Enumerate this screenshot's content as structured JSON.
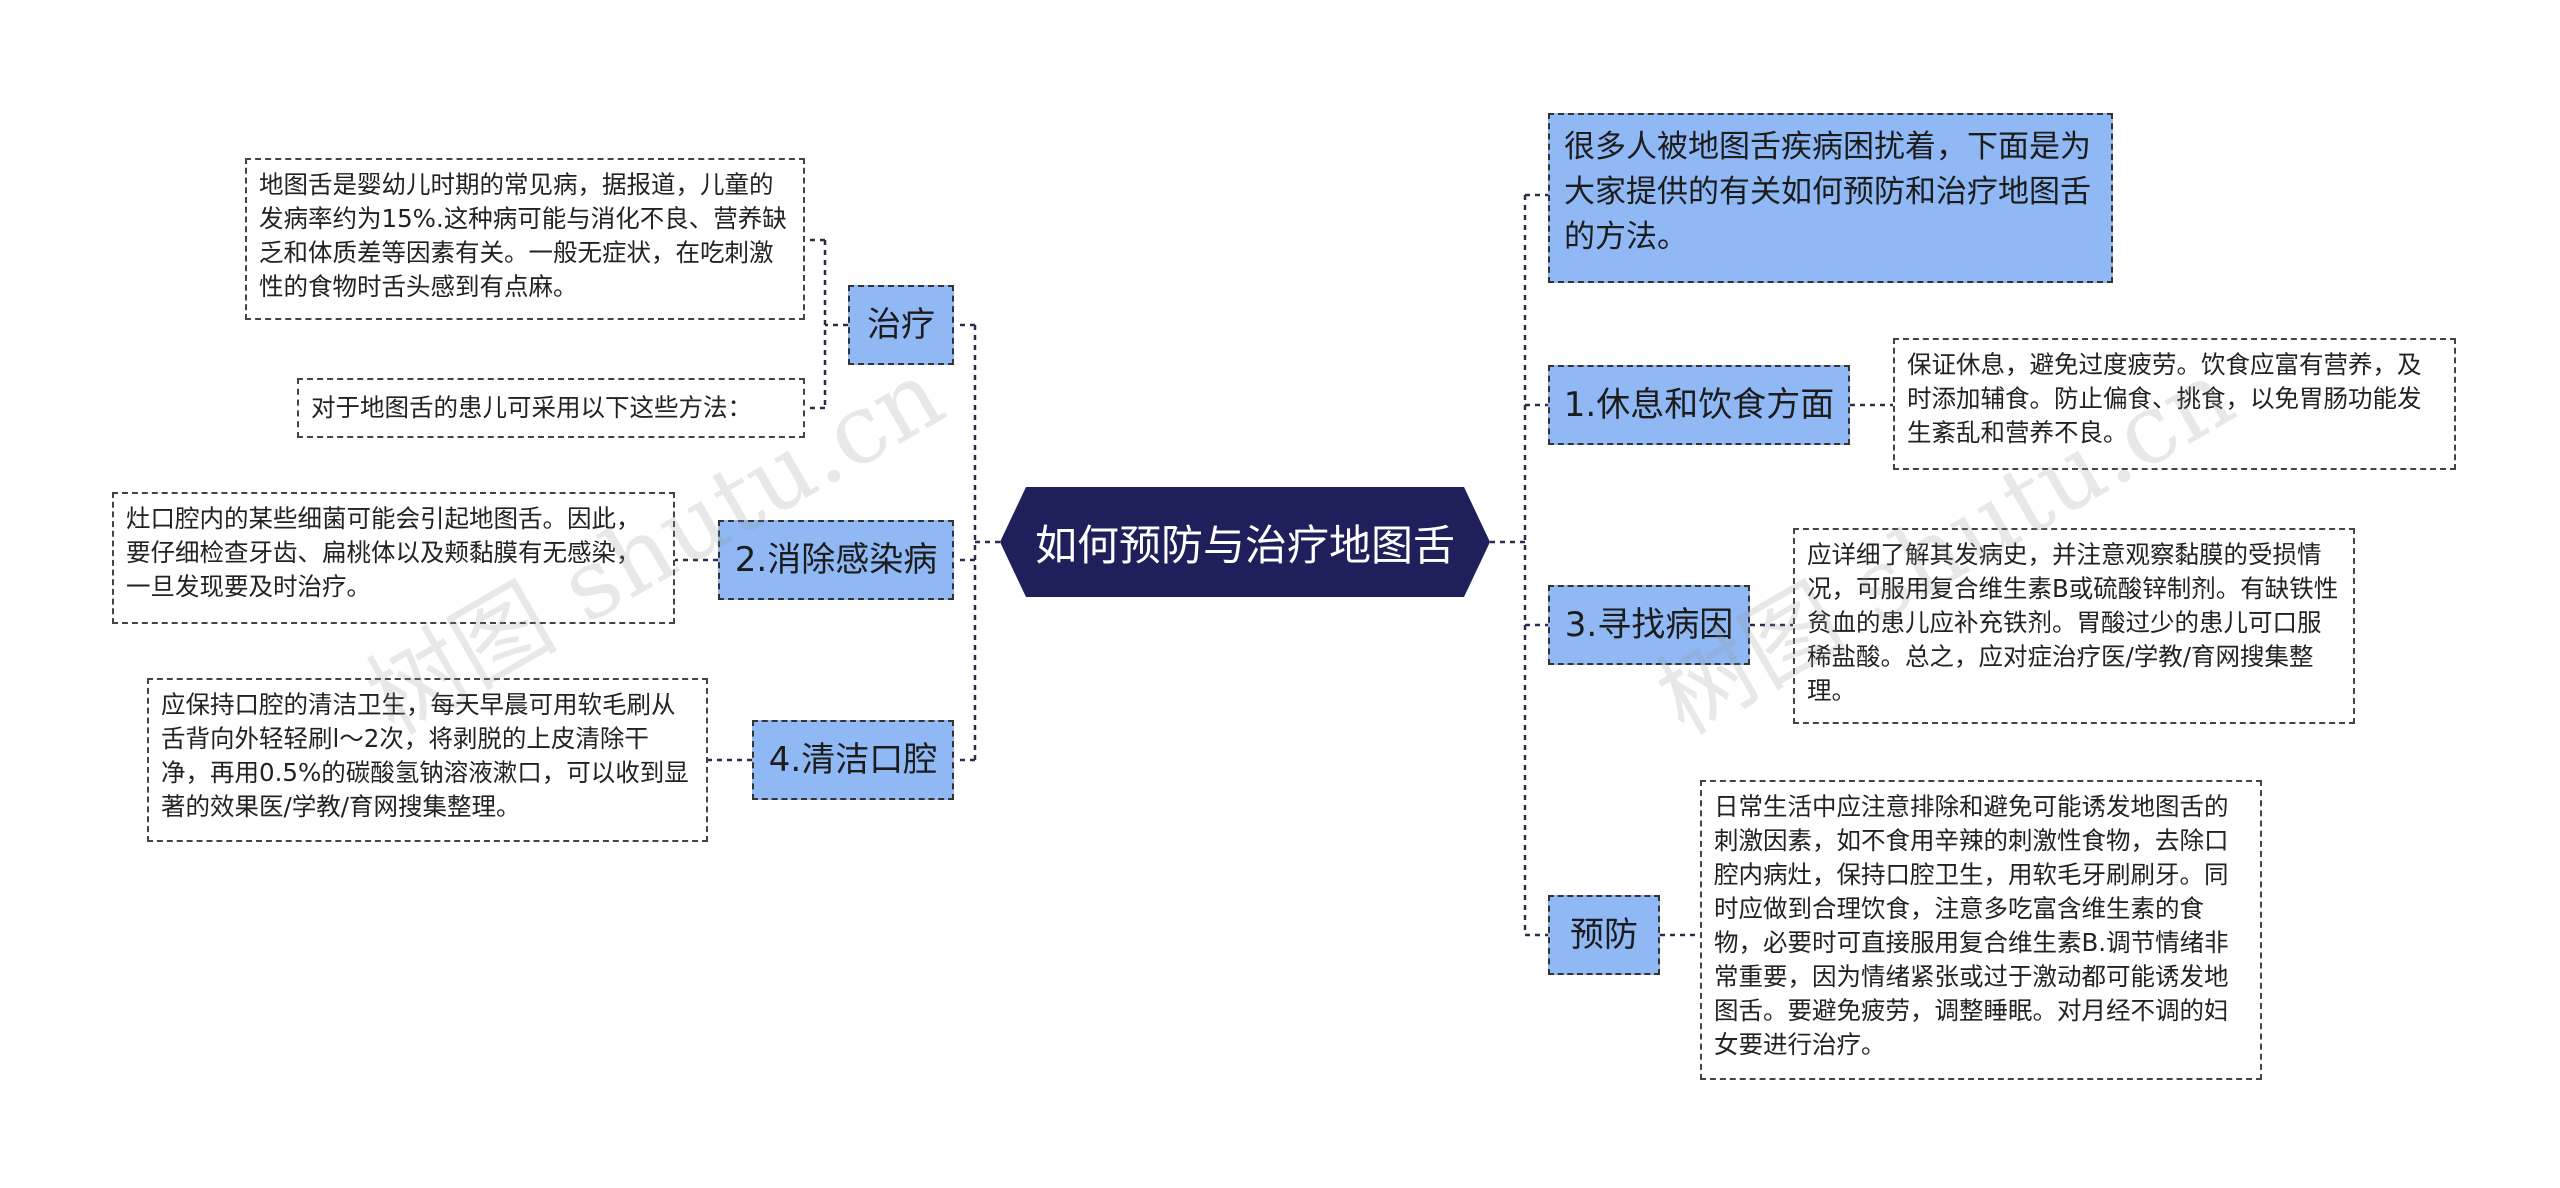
{
  "central": "如何预防与治疗地图舌",
  "left": {
    "treatment": {
      "label": "治疗",
      "note1": "地图舌是婴幼儿时期的常见病，据报道，儿童的发病率约为15%.这种病可能与消化不良、营养缺乏和体质差等因素有关。一般无症状，在吃刺激性的食物时舌头感到有点麻。",
      "note2": "对于地图舌的患儿可采用以下这些方法："
    },
    "infection": {
      "label": "2.消除感染病",
      "note": "灶口腔内的某些细菌可能会引起地图舌。因此，要仔细检查牙齿、扁桃体以及颊黏膜有无感染，一旦发现要及时治疗。"
    },
    "clean": {
      "label": "4.清洁口腔",
      "note": "应保持口腔的清洁卫生，每天早晨可用软毛刷从舌背向外轻轻刷l～2次，将剥脱的上皮清除干净，再用0.5%的碳酸氢钠溶液漱口，可以收到显著的效果医/学教/育网搜集整理。"
    }
  },
  "right": {
    "intro": "很多人被地图舌疾病困扰着，下面是为大家提供的有关如何预防和治疗地图舌的方法。",
    "rest": {
      "label": "1.休息和饮食方面",
      "note": "保证休息，避免过度疲劳。饮食应富有营养，及时添加辅食。防止偏食、挑食，以免胃肠功能发生紊乱和营养不良。"
    },
    "cause": {
      "label": "3.寻找病因",
      "note": "应详细了解其发病史，并注意观察黏膜的受损情况，可服用复合维生素B或硫酸锌制剂。有缺铁性贫血的患儿应补充铁剂。胃酸过少的患儿可口服稀盐酸。总之，应对症治疗医/学教/育网搜集整理。"
    },
    "prevent": {
      "label": "预防",
      "note": "日常生活中应注意排除和避免可能诱发地图舌的刺激因素，如不食用辛辣的刺激性食物，去除口腔内病灶，保持口腔卫生，用软毛牙刷刷牙。同时应做到合理饮食，注意多吃富含维生素的食物，必要时可直接服用复合维生素B.调节情绪非常重要，因为情绪紧张或过于激动都可能诱发地图舌。要避免疲劳，调整睡眠。对月经不调的妇女要进行治疗。"
    }
  },
  "watermark": "树图 shutu.cn",
  "colors": {
    "central": "#1f1f5c",
    "branch": "#8fb8f4",
    "line": "#2b2b4a"
  }
}
